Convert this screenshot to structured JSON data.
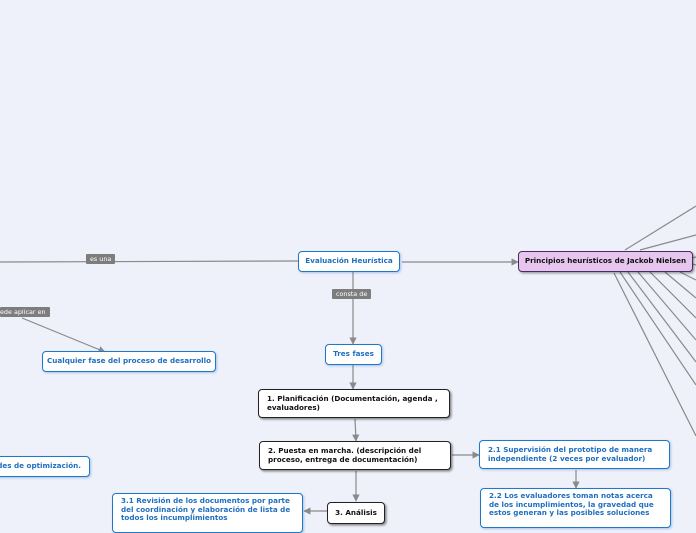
{
  "nodes": {
    "evaluacion": "Evaluación Heurística",
    "principios": "Principios heurísticos de Jackob Nielsen",
    "cualquier_fase": "Cualquier fase del proceso de desarrollo",
    "tres_fases": "Tres fases",
    "fase1": "1. Planificación (Documentación, agenda , evaluadores)",
    "fase2": "2. Puesta en marcha. (descripción del proceso, entrega de documentación)",
    "fase3": "3. Análisis",
    "n21": "2.1 Supervisión del prototipo de manera independiente (2 veces por evaluador)",
    "n22": "2.2 Los evaluadores toman notas acerca de los incumplimientos, la gravedad que estos generan y las posibles soluciones",
    "n31": "3.1 Revisión de los documentos por parte del coordinación y elaboración de lista de todos los incumplimientos",
    "optimizacion": "ades de optimización."
  },
  "links": {
    "es_una": "es una",
    "consta_de": "consta de",
    "puede_aplicar": "ede aplicar en"
  },
  "colors": {
    "background": "#eef0fa",
    "connector": "#8a8a8a",
    "blue_text": "#1f6fbf",
    "central_fill": "#e6c6ee"
  }
}
